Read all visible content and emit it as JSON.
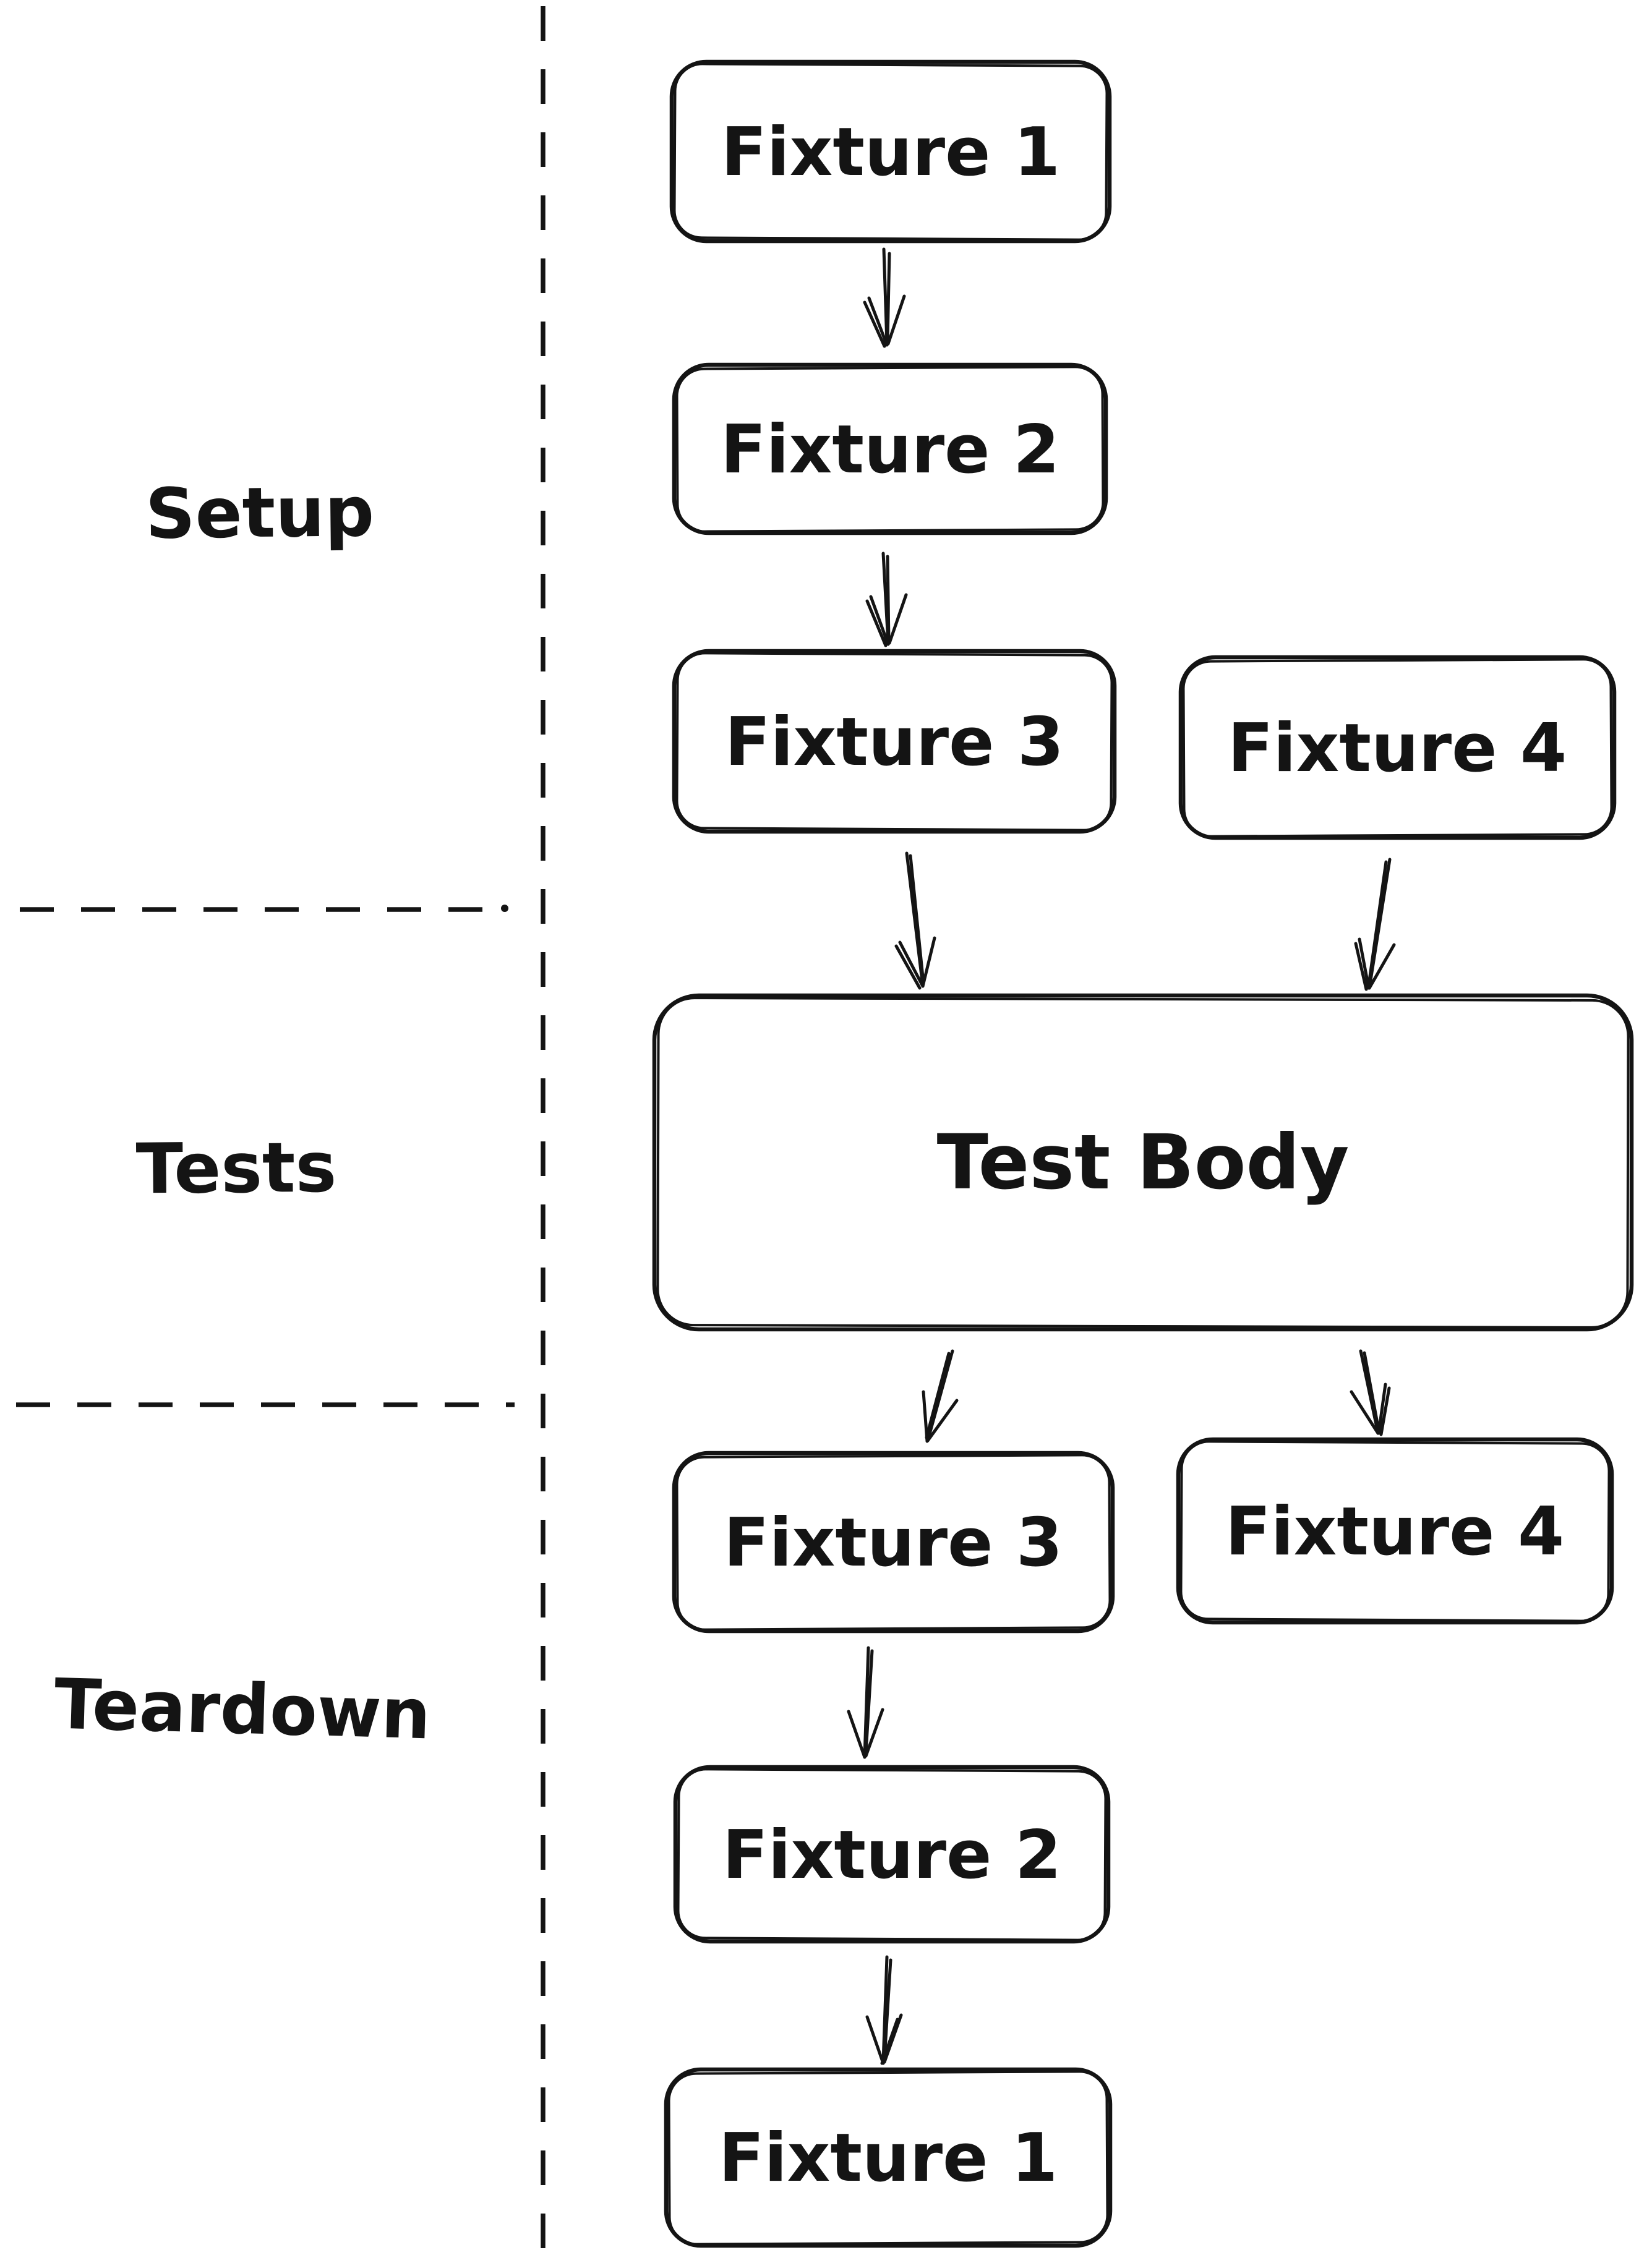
{
  "canvas": {
    "background": "#ffffff",
    "ink": "#141414"
  },
  "phase_labels": {
    "setup": "Setup",
    "tests": "Tests",
    "teardown": "Teardown"
  },
  "nodes": {
    "setup_fixture_1": {
      "label": "Fixture 1"
    },
    "setup_fixture_2": {
      "label": "Fixture 2"
    },
    "setup_fixture_3": {
      "label": "Fixture 3"
    },
    "setup_fixture_4": {
      "label": "Fixture 4"
    },
    "test_body": {
      "label": "Test Body"
    },
    "teardown_fixture_3": {
      "label": "Fixture 3"
    },
    "teardown_fixture_4": {
      "label": "Fixture 4"
    },
    "teardown_fixture_2": {
      "label": "Fixture 2"
    },
    "teardown_fixture_1": {
      "label": "Fixture 1"
    }
  },
  "edges": [
    {
      "from": "setup_fixture_1",
      "to": "setup_fixture_2"
    },
    {
      "from": "setup_fixture_2",
      "to": "setup_fixture_3"
    },
    {
      "from": "setup_fixture_3",
      "to": "test_body"
    },
    {
      "from": "setup_fixture_4",
      "to": "test_body"
    },
    {
      "from": "test_body",
      "to": "teardown_fixture_3"
    },
    {
      "from": "test_body",
      "to": "teardown_fixture_4"
    },
    {
      "from": "teardown_fixture_3",
      "to": "teardown_fixture_2"
    },
    {
      "from": "teardown_fixture_2",
      "to": "teardown_fixture_1"
    }
  ]
}
